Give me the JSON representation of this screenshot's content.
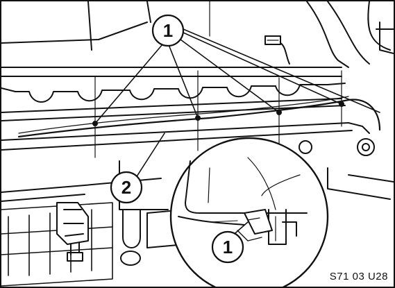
{
  "diagram": {
    "figure_id": "S71 03 U28",
    "callouts": [
      {
        "id": "callout-1-top",
        "label": "1"
      },
      {
        "id": "callout-2",
        "label": "2"
      },
      {
        "id": "callout-1-detail",
        "label": "1"
      }
    ],
    "line_color": "#111111",
    "background": "#ffffff"
  }
}
